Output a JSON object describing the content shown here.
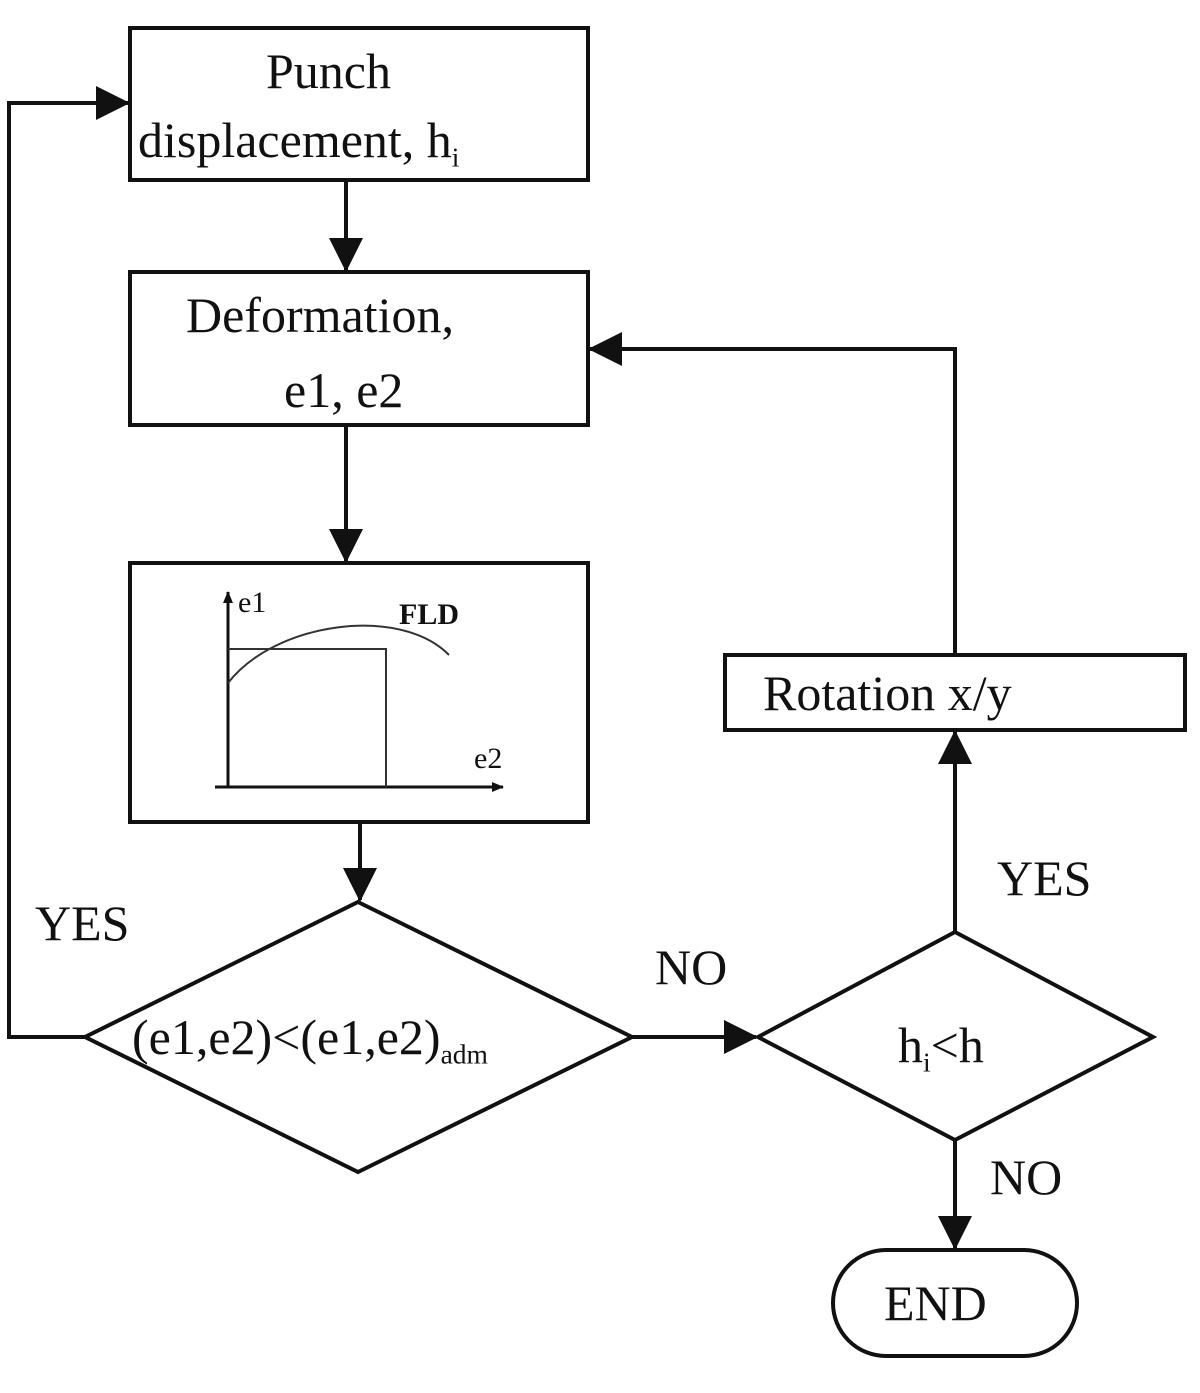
{
  "nodes": {
    "punch": {
      "line1": "Punch",
      "line2": "displacement, h",
      "line2_sub": "i"
    },
    "deformation": {
      "line1": "Deformation,",
      "line2": "e1, e2"
    },
    "fld_plot": {
      "y_axis": "e1",
      "x_axis": "e2",
      "curve": "FLD"
    },
    "check_strain": {
      "main": "(e1,e2)<(e1,e2)",
      "sub": "adm"
    },
    "check_height": {
      "main_h": "h",
      "main_sub": "i",
      "main_rest": "<h"
    },
    "rotation": {
      "label": "Rotation x/y"
    },
    "end": {
      "label": "END"
    }
  },
  "edges": {
    "yes_left": "YES",
    "no_middle": "NO",
    "yes_right": "YES",
    "no_bottom": "NO"
  },
  "style": {
    "stroke": "#111111",
    "background": "#ffffff"
  }
}
